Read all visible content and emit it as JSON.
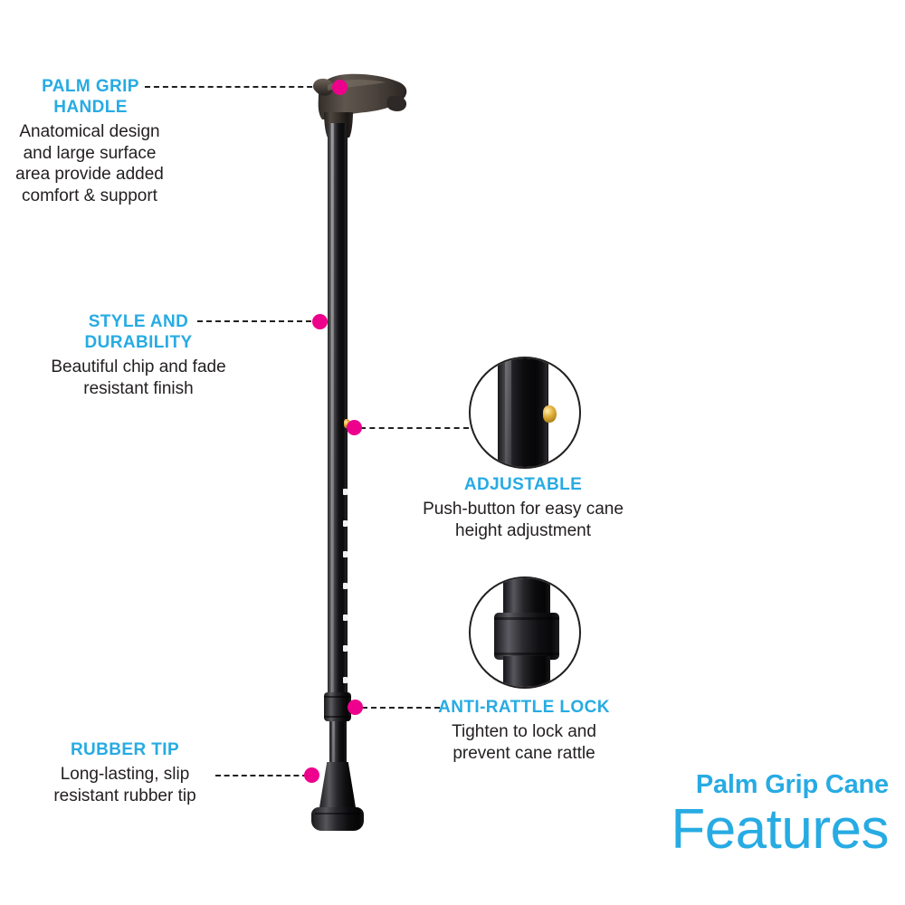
{
  "theme": {
    "accent_cyan": "#27ABE3",
    "accent_magenta": "#EC008C",
    "body_text": "#231F20",
    "background": "#FFFFFF"
  },
  "brand": {
    "line1": "Palm Grip Cane",
    "line2": "Features"
  },
  "callouts": [
    {
      "id": "palm-grip-handle",
      "title": "PALM GRIP\nHANDLE",
      "title_line1": "PALM GRIP",
      "title_line2": "HANDLE",
      "body": "Anatomical design and large surface area provide added comfort & support"
    },
    {
      "id": "style-and-durability",
      "title_line1": "STYLE AND",
      "title_line2": "DURABILITY",
      "body": "Beautiful chip and fade resistant finish"
    },
    {
      "id": "adjustable",
      "title_line1": "ADJUSTABLE",
      "body": "Push-button for easy cane height adjustment"
    },
    {
      "id": "anti-rattle-lock",
      "title_line1": "ANTI-RATTLE LOCK",
      "body": "Tighten to lock and prevent cane rattle"
    },
    {
      "id": "rubber-tip",
      "title_line1": "RUBBER TIP",
      "body": "Long-lasting, slip resistant rubber tip"
    }
  ],
  "product": {
    "name": "Palm Grip Cane",
    "parts": [
      "palm-grip-handle",
      "upper-shaft",
      "push-button",
      "lower-shaft",
      "anti-rattle-collar",
      "rubber-tip"
    ]
  },
  "insets": [
    {
      "id": "adjustable-inset",
      "depicts": "push-button on cane shaft"
    },
    {
      "id": "anti-rattle-inset",
      "depicts": "anti-rattle locking collar"
    }
  ]
}
